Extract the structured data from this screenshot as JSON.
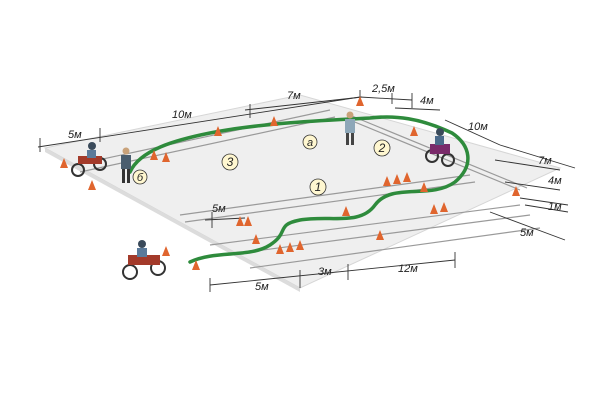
{
  "diagram": {
    "dimensions": {
      "top_5m": "5м",
      "top_10m": "10м",
      "top_7m": "7м",
      "top_2_5m": "2,5м",
      "top_4m": "4м",
      "right_10m": "10м",
      "right_7m": "7м",
      "right_4m": "4м",
      "right_1m": "1м",
      "right_5m": "5м",
      "bottom_5m": "5м",
      "bottom_3m": "3м",
      "bottom_12m": "12м",
      "inner_5m": "5м"
    },
    "zones": {
      "zone_1": "1",
      "zone_2": "2",
      "zone_3": "3"
    },
    "markers": {
      "a": "а",
      "b": "б"
    },
    "colors": {
      "ground": "#efefef",
      "ground_edge": "#d0d0d0",
      "path": "#2e8b3c",
      "cone": "#e0652e",
      "dim_line": "#444444"
    }
  }
}
